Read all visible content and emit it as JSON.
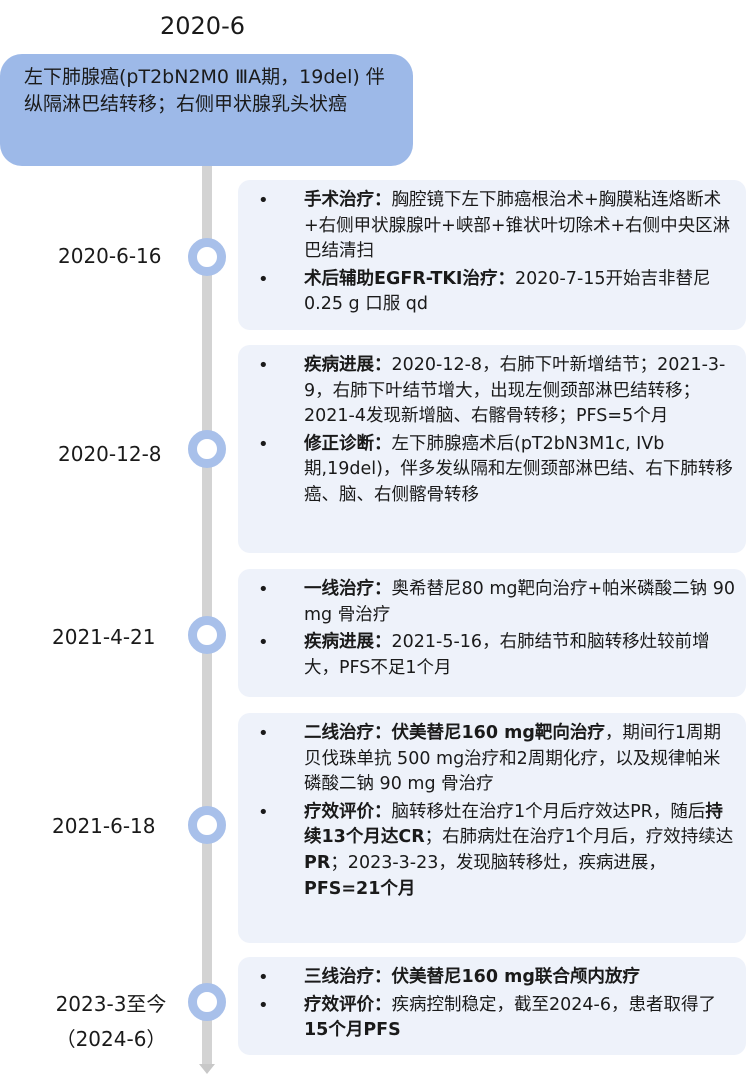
{
  "header": {
    "date": "2020-6",
    "diagnosis": "左下肺腺癌(pT2bN2M0 ⅢA期，19del) 伴纵隔淋巴结转移；右侧甲状腺乳头状癌"
  },
  "timeline": [
    {
      "date": "2020-6-16",
      "items": [
        {
          "lead": "手术治疗：",
          "text": "胸腔镜下左下肺癌根治术+胸膜粘连烙断术+右侧甲状腺腺叶+峡部+锥状叶切除术+右侧中央区淋巴结清扫"
        },
        {
          "lead": "术后辅助EGFR-TKI治疗：",
          "text": "2020-7-15开始吉非替尼 0.25 g 口服 qd"
        }
      ]
    },
    {
      "date": "2020-12-8",
      "items": [
        {
          "lead": "疾病进展：",
          "text": "2020-12-8，右肺下叶新增结节；2021-3-9，右肺下叶结节增大，出现左侧颈部淋巴结转移；2021-4发现新增脑、右髂骨转移；PFS=5个月"
        },
        {
          "lead": "修正诊断：",
          "text": "左下肺腺癌术后(pT2bN3M1c, IVb期,19del)，伴多发纵隔和左侧颈部淋巴结、右下肺转移癌、脑、右侧髂骨转移"
        }
      ]
    },
    {
      "date": "2021-4-21",
      "items": [
        {
          "lead": "一线治疗：",
          "text": "奥希替尼80 mg靶向治疗+帕米磷酸二钠 90 mg 骨治疗"
        },
        {
          "lead": "疾病进展：",
          "text": "2021-5-16，右肺结节和脑转移灶较前增大，PFS不足1个月"
        }
      ]
    },
    {
      "date": "2021-6-18",
      "items": [
        {
          "lead": "二线治疗：",
          "text_bold": "伏美替尼160 mg靶向治疗",
          "text": "，期间行1周期贝伐珠单抗 500 mg治疗和2周期化疗，以及规律帕米磷酸二钠 90 mg 骨治疗"
        },
        {
          "lead": "疗效评价：",
          "t1": "脑转移灶在治疗1个月后疗效达PR，随后",
          "b1": "持续13个月达CR",
          "t2": "；右肺病灶在治疗1个月后，疗效持续达",
          "b2": "PR",
          "t3": "；2023-3-23，发现脑转移灶，疾病进展，",
          "b3": "PFS=21个月"
        }
      ]
    },
    {
      "date_line1": "2023-3至今",
      "date_line2": "（2024-6）",
      "items": [
        {
          "lead": "三线治疗：",
          "text_bold": "伏美替尼160 mg联合颅内放疗"
        },
        {
          "lead": "疗效评价：",
          "text": "疾病控制稳定，截至2024-6，患者取得了",
          "text_bold": "15个月PFS"
        }
      ]
    }
  ],
  "colors": {
    "diagnosis_box": "#9db9e8",
    "card_bg": "#eef2fa",
    "node_ring": "#a8c0ea",
    "timeline_line": "#d3d3d3"
  }
}
